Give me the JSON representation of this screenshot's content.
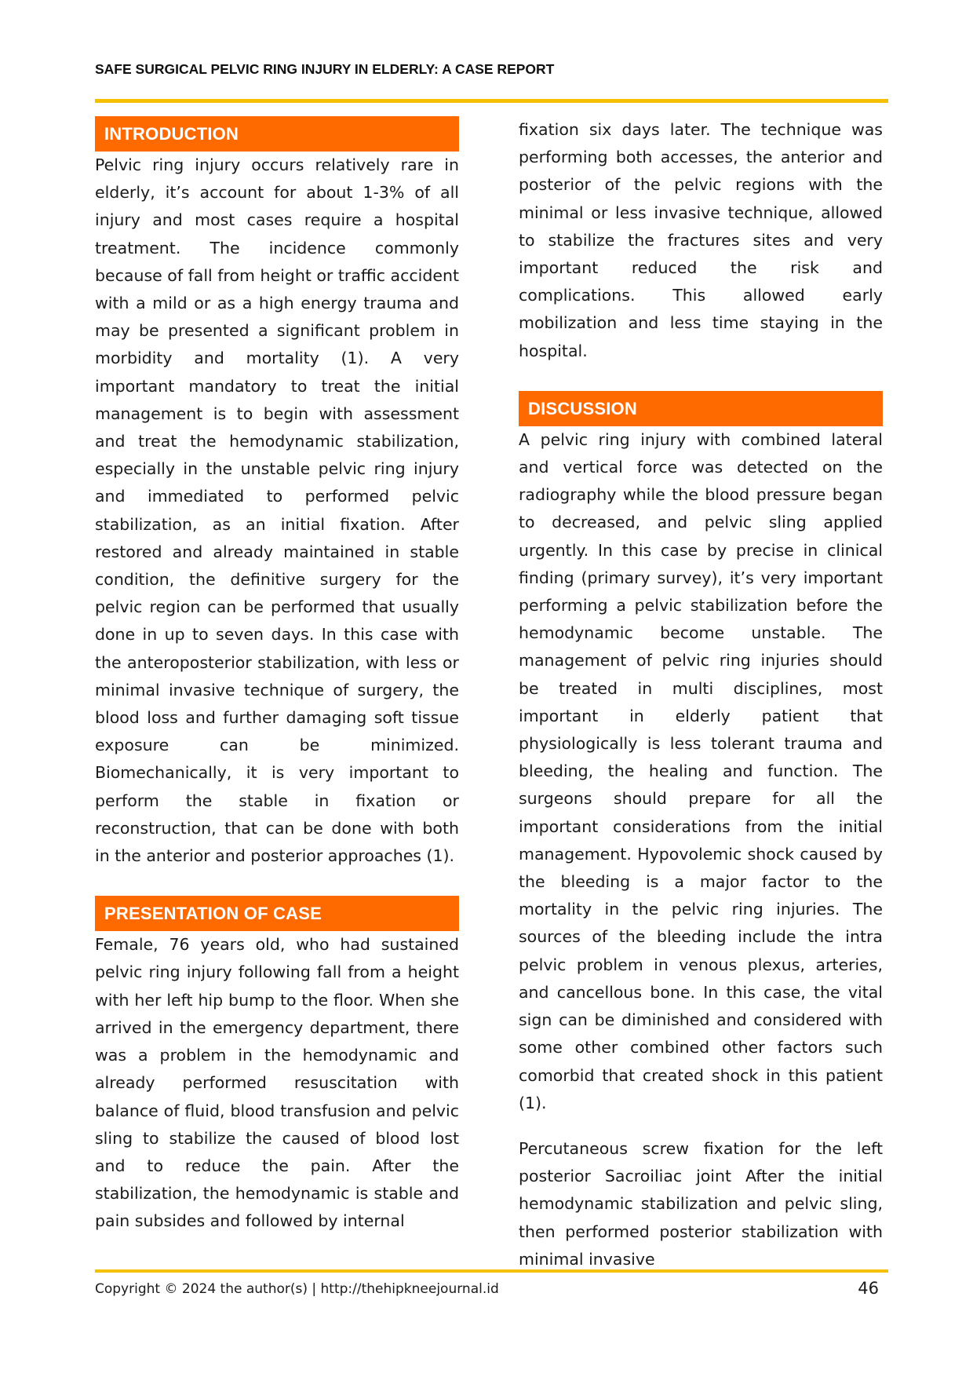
{
  "header": {
    "running_title": "SAFE SURGICAL PELVIC RING INJURY IN ELDERLY: A CASE REPORT"
  },
  "left_column": {
    "introduction": {
      "heading": "INTRODUCTION",
      "text": "Pelvic ring injury occurs relatively rare in elderly, it’s account for about 1-3% of all injury and most cases require a hospital treatment. The incidence commonly because of fall from height or traffic accident with a mild or as a high energy trauma and may be presented a significant problem in morbidity and mortality (1). A very important mandatory to treat the initial management is to begin with assessment and treat the hemodynamic stabilization, especially in the unstable pelvic ring injury and immediated to performed pelvic stabilization, as an initial fixation. After restored and already maintained in stable condition, the definitive surgery for the pelvic region can be performed that usually done in up to seven days. In this case with the anteroposterior stabilization, with less or minimal invasive technique of surgery, the blood loss and further damaging soft tissue exposure can be minimized. Biomechanically, it is very important to perform the stable in fixation or reconstruction, that can be done with both in the anterior and posterior approaches (1)."
    },
    "presentation": {
      "heading": "PRESENTATION OF CASE",
      "text": "Female, 76 years old, who had sustained pelvic ring injury following fall from a height with her left hip bump to the floor. When she arrived in the emergency department, there was a problem in the hemodynamic and already performed resuscitation with balance of fluid, blood transfusion and pelvic sling to stabilize the caused of blood lost and to reduce the pain. After the stabilization, the hemodynamic is stable and pain subsides and followed by internal"
    }
  },
  "right_column": {
    "continuation": "fixation six days later. The technique was performing both accesses, the anterior and posterior of the pelvic regions with the minimal or less invasive technique, allowed to stabilize the fractures sites and very important reduced the risk and complications. This allowed early mobilization and less time staying in the hospital.",
    "discussion": {
      "heading": "DISCUSSION",
      "paragraph_1": "A pelvic ring injury with combined lateral and vertical force was detected on the radiography while the blood pressure began to decreased, and pelvic sling applied urgently. In this case by precise in clinical finding (primary survey), it’s very important performing a pelvic stabilization before the hemodynamic become unstable. The management of pelvic ring injuries should be treated in multi disciplines, most important in elderly patient that physiologically is less tolerant trauma and bleeding, the healing and function. The surgeons should prepare for all the important considerations from the initial management. Hypovolemic shock caused by the bleeding is a major factor to the mortality in the pelvic ring injuries. The sources of the bleeding include the intra pelvic problem in venous plexus, arteries, and cancellous bone. In this case, the vital sign can be diminished and considered with some other combined other factors such comorbid that created shock in this patient (1).",
      "paragraph_2": "Percutaneous screw fixation for the left posterior Sacroiliac joint After the initial hemodynamic stabilization and pelvic sling, then performed posterior stabilization with minimal invasive"
    }
  },
  "footer": {
    "copyright": "Copyright © 2024 the author(s) | http://thehipkneejournal.id",
    "page_number": "46"
  },
  "colors": {
    "heading_background": "#ff6a00",
    "rule": "#f5c000"
  }
}
